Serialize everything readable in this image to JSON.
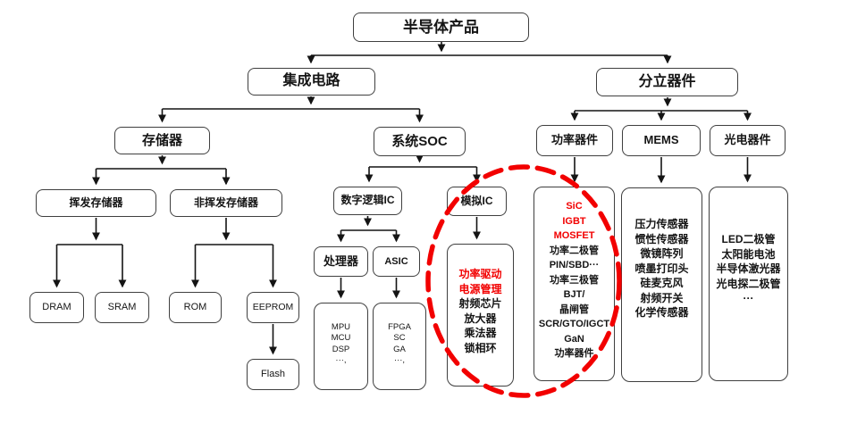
{
  "colors": {
    "highlight_red": "#f20000",
    "red_text": "#f20000",
    "box_border": "#3f3f3f",
    "line_black": "#141414",
    "background": "#ffffff"
  },
  "tree": {
    "root_label": "半导体产品",
    "ic_label": "集成电路",
    "discrete_label": "分立器件",
    "memory_label": "存储器",
    "soc_label": "系统SOC",
    "volatile_label": "挥发存储器",
    "nonvolatile_label": "非挥发存储器",
    "dram_label": "DRAM",
    "sram_label": "SRAM",
    "rom_label": "ROM",
    "eeprom_label": "EEPROM",
    "flash_label": "Flash",
    "digital_logic_label": "数字逻辑IC",
    "analog_ic_label": "模拟IC",
    "processor_label": "处理器",
    "asic_label": "ASIC",
    "processor_list": [
      "MPU",
      "MCU",
      "DSP",
      "···,"
    ],
    "asic_list": [
      "FPGA",
      "SC",
      "GA",
      "···,"
    ],
    "analog_list_red": [
      "功率驱动",
      "电源管理"
    ],
    "analog_list": [
      "射频芯片",
      "放大器",
      "乘法器",
      "锁相环"
    ],
    "power_label": "功率器件",
    "mems_label": "MEMS",
    "opto_label": "光电器件",
    "power_list_red": [
      "SiC",
      "IGBT",
      "MOSFET"
    ],
    "power_list": [
      "功率二极管",
      "PIN/SBD···",
      "功率三极管",
      "BJT/",
      "晶闸管",
      "SCR/GTO/IGCT",
      "GaN",
      "功率器件"
    ],
    "mems_list": [
      "压力传感器",
      "惯性传感器",
      "微镜阵列",
      "喷墨打印头",
      "硅麦克风",
      "射频开关",
      "化学传感器"
    ],
    "opto_list": [
      "LED二极管",
      "太阳能电池",
      "半导体激光器",
      "光电探二极管",
      "···"
    ]
  }
}
